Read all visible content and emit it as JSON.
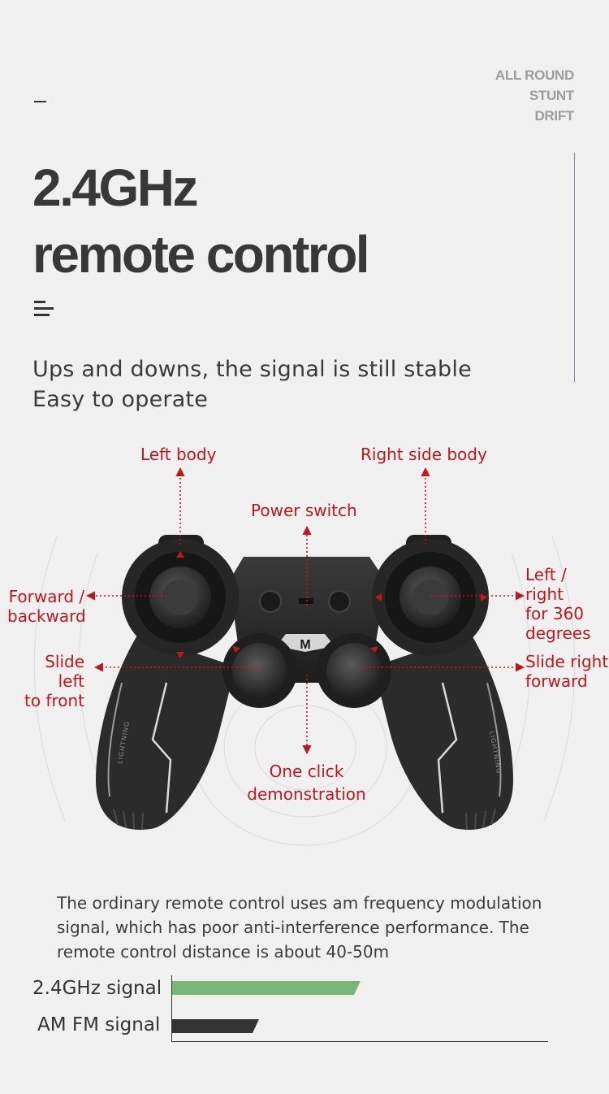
{
  "header": {
    "tags": [
      "ALL ROUND",
      "STUNT",
      "DRIFT"
    ],
    "title_lines": [
      "2.4GHz",
      "remote control"
    ],
    "subtitle_lines": [
      "Ups and downs, the signal is still stable",
      "Easy to operate"
    ]
  },
  "controller": {
    "labels": {
      "left_body": "Left body",
      "right_side_body": "Right side body",
      "power_switch": "Power switch",
      "forward_backward": "Forward /\nbackward",
      "left_right_360": "Left / right\nfor 360\ndegrees",
      "slide_left_front": "Slide left\nto front",
      "slide_right_forward": "Slide right\nforward",
      "one_click_demo": "One click\ndemonstration"
    },
    "label_color": "#c0181a",
    "logo_text": "M",
    "grip_text_left": "LIGHTNING",
    "grip_text_right": "LIGHTNING"
  },
  "comparison": {
    "description_lines": [
      "The ordinary remote control uses am frequency modulation",
      "signal, which has poor anti-interference performance. The",
      "remote control distance is about 40-50m"
    ],
    "bars": [
      {
        "label": "2.4GHz signal",
        "value": 0.5,
        "color": "#7ab578"
      },
      {
        "label": "AM FM signal",
        "value": 0.23,
        "color": "#333333"
      }
    ]
  }
}
